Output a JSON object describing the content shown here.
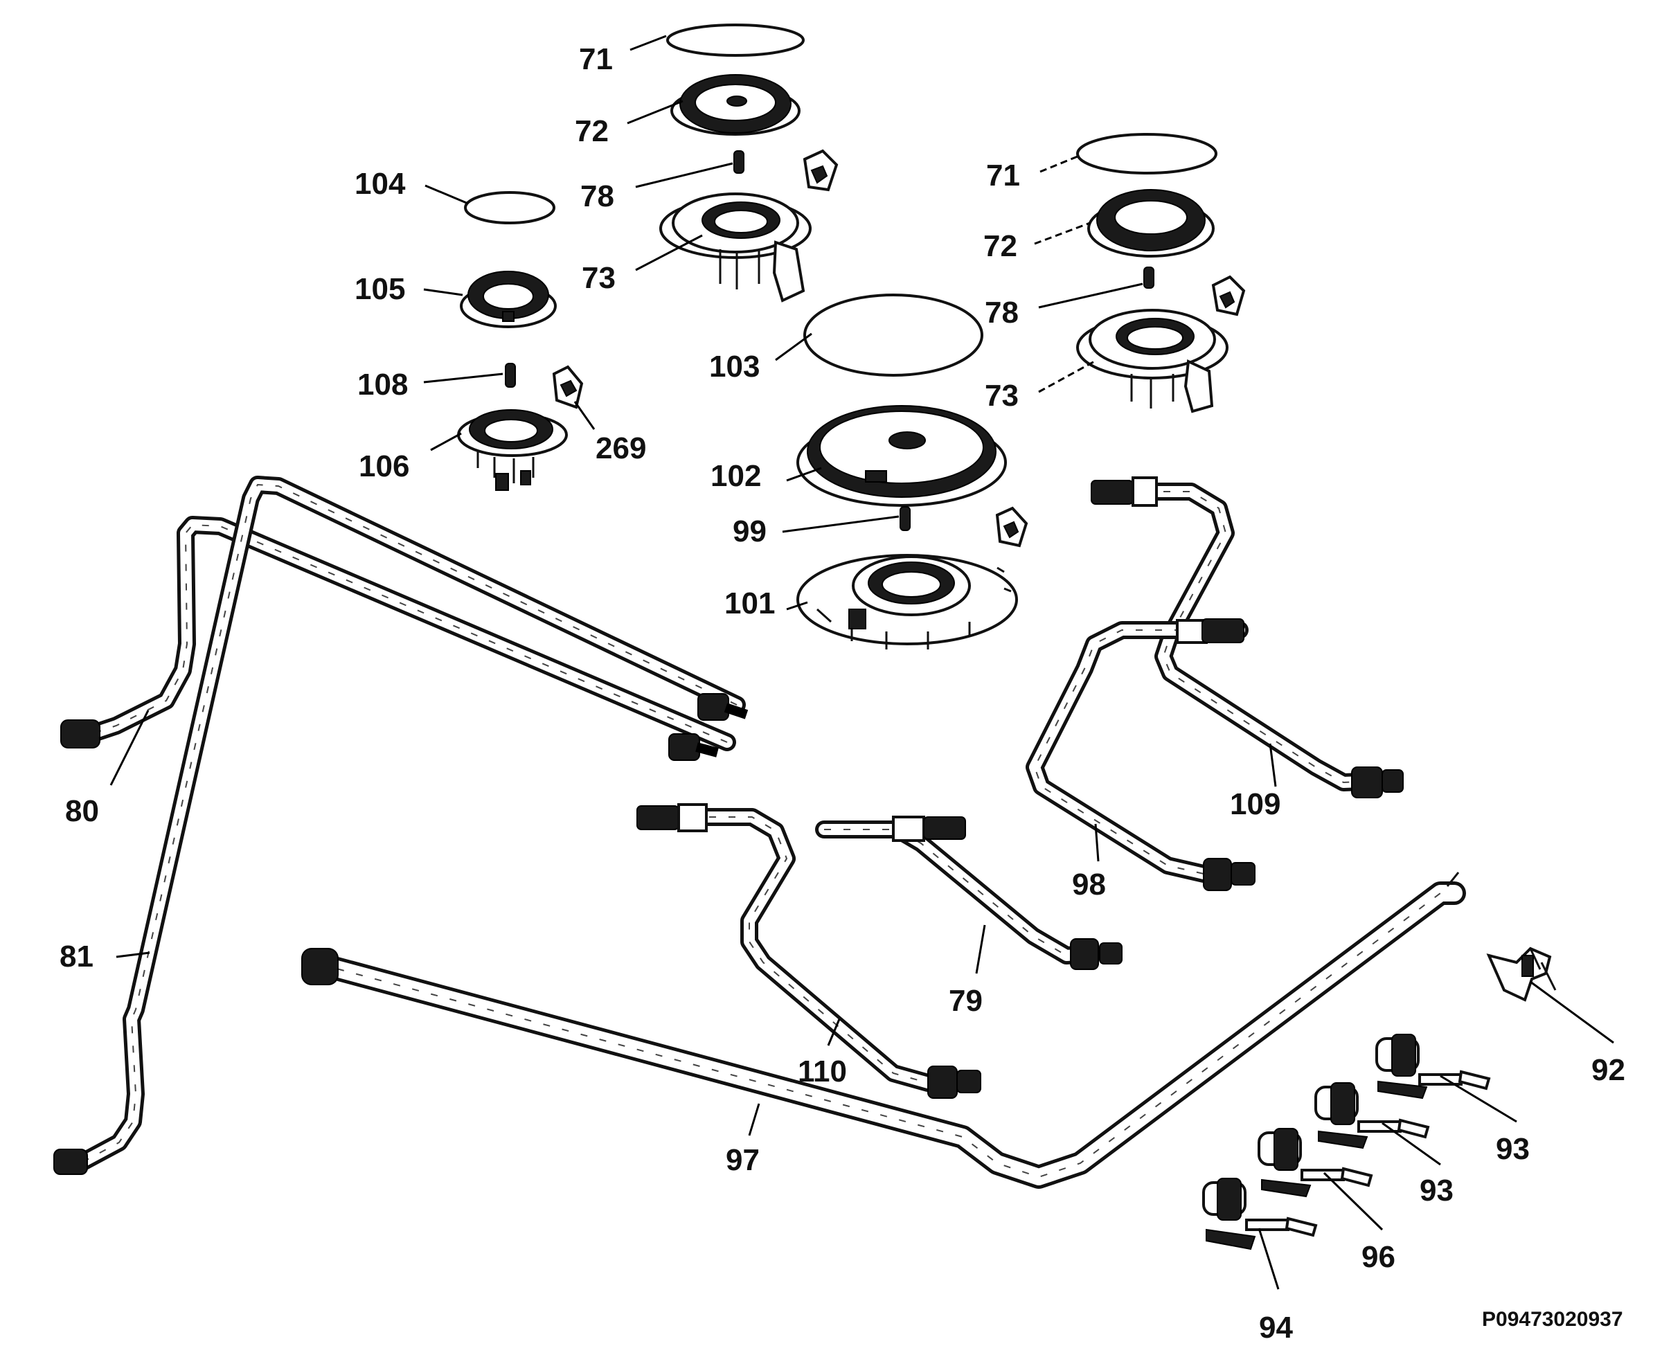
{
  "labels": {
    "l71a": "71",
    "l72a": "72",
    "l78a": "78",
    "l73a": "73",
    "l104": "104",
    "l105": "105",
    "l108": "108",
    "l106": "106",
    "l269": "269",
    "l71b": "71",
    "l72b": "72",
    "l78b": "78",
    "l73b": "73",
    "l103": "103",
    "l102": "102",
    "l99": "99",
    "l101": "101",
    "l80": "80",
    "l81": "81",
    "l109": "109",
    "l98": "98",
    "l79": "79",
    "l110": "110",
    "l97": "97",
    "l92": "92",
    "l93a": "93",
    "l93b": "93",
    "l96": "96",
    "l94": "94"
  },
  "reference_code": "P09473020937"
}
